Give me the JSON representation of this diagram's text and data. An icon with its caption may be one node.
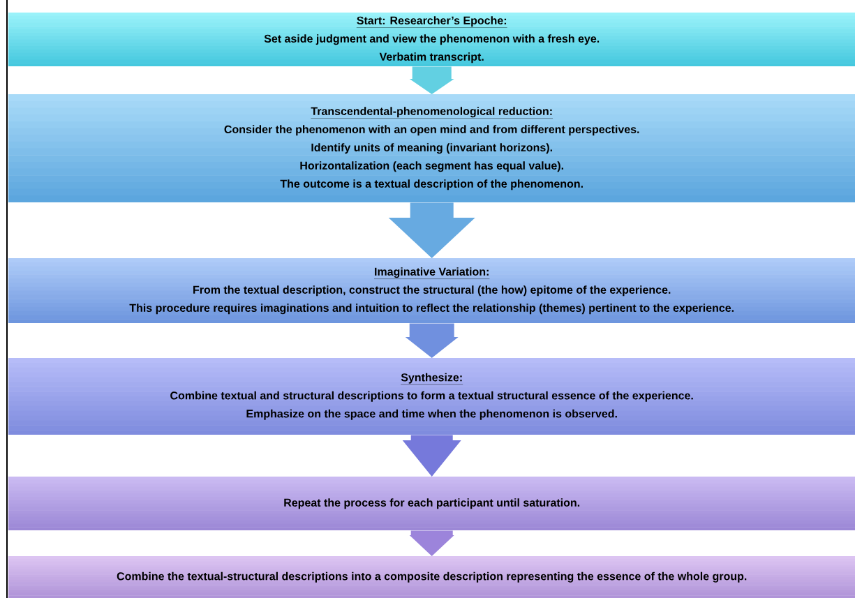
{
  "diagram": {
    "nodes": [
      {
        "text": [
          "Start: Researcher’s Epoche:",
          "Set aside judgment and view the phenomenon with a fresh eye.",
          "Verbatim transcript."
        ]
      },
      {
        "text": [
          "Transcendental-phenomenological reduction:",
          "Consider the phenomenon with an open mind and from different perspectives.",
          "Identify units of meaning (invariant horizons).",
          "Horizontalization (each segment has equal value).",
          "The outcome is a textual description of the phenomenon."
        ]
      },
      {
        "text": [
          "Imaginative Variation:",
          "From the textual description, construct the structural (the how) epitome of the experience.",
          "This procedure requires imaginations and intuition to reflect the relationship (themes) pertinent to the experience."
        ]
      },
      {
        "text": [
          "Synthesize:",
          "Combine textual and structural descriptions to form a textual structural essence of the experience.",
          "Emphasize on the space and time when the phenomenon is observed."
        ]
      },
      {
        "text": [
          "Repeat the process for each participant until saturation."
        ]
      },
      {
        "text": [
          "Combine the textual-structural descriptions into a composite description representing the essence of the whole group."
        ]
      }
    ],
    "edges": [
      {
        "from": 0,
        "to": 1,
        "arrow": "to"
      },
      {
        "from": 1,
        "to": 2,
        "arrow": "to"
      },
      {
        "from": 2,
        "to": 3,
        "arrow": "to"
      },
      {
        "from": 3,
        "to": 4,
        "arrow": "to"
      },
      {
        "from": 4,
        "to": 5,
        "arrow": "to"
      }
    ]
  }
}
